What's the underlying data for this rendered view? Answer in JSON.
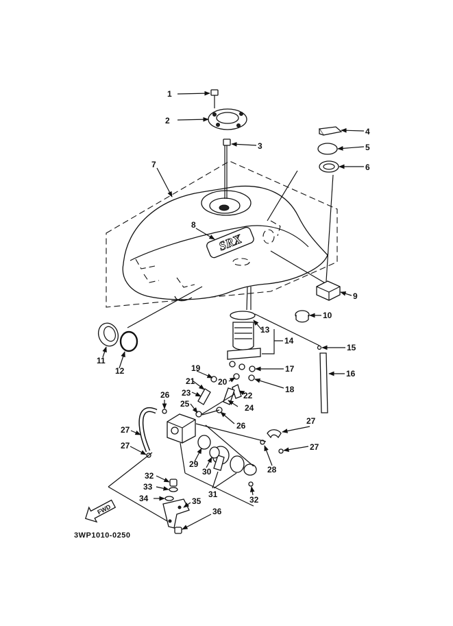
{
  "diagram_code": "3WP1010-0250",
  "fwd_label": "FWD",
  "tank_logo": "SRX",
  "parts": [
    "1",
    "2",
    "3",
    "4",
    "5",
    "6",
    "7",
    "8",
    "9",
    "10",
    "11",
    "12",
    "13",
    "14",
    "15",
    "16",
    "17",
    "18",
    "19",
    "20",
    "21",
    "22",
    "23",
    "24",
    "25",
    "26",
    "26",
    "27",
    "27",
    "27",
    "27",
    "28",
    "29",
    "30",
    "31",
    "32",
    "32",
    "33",
    "34",
    "35",
    "36"
  ]
}
